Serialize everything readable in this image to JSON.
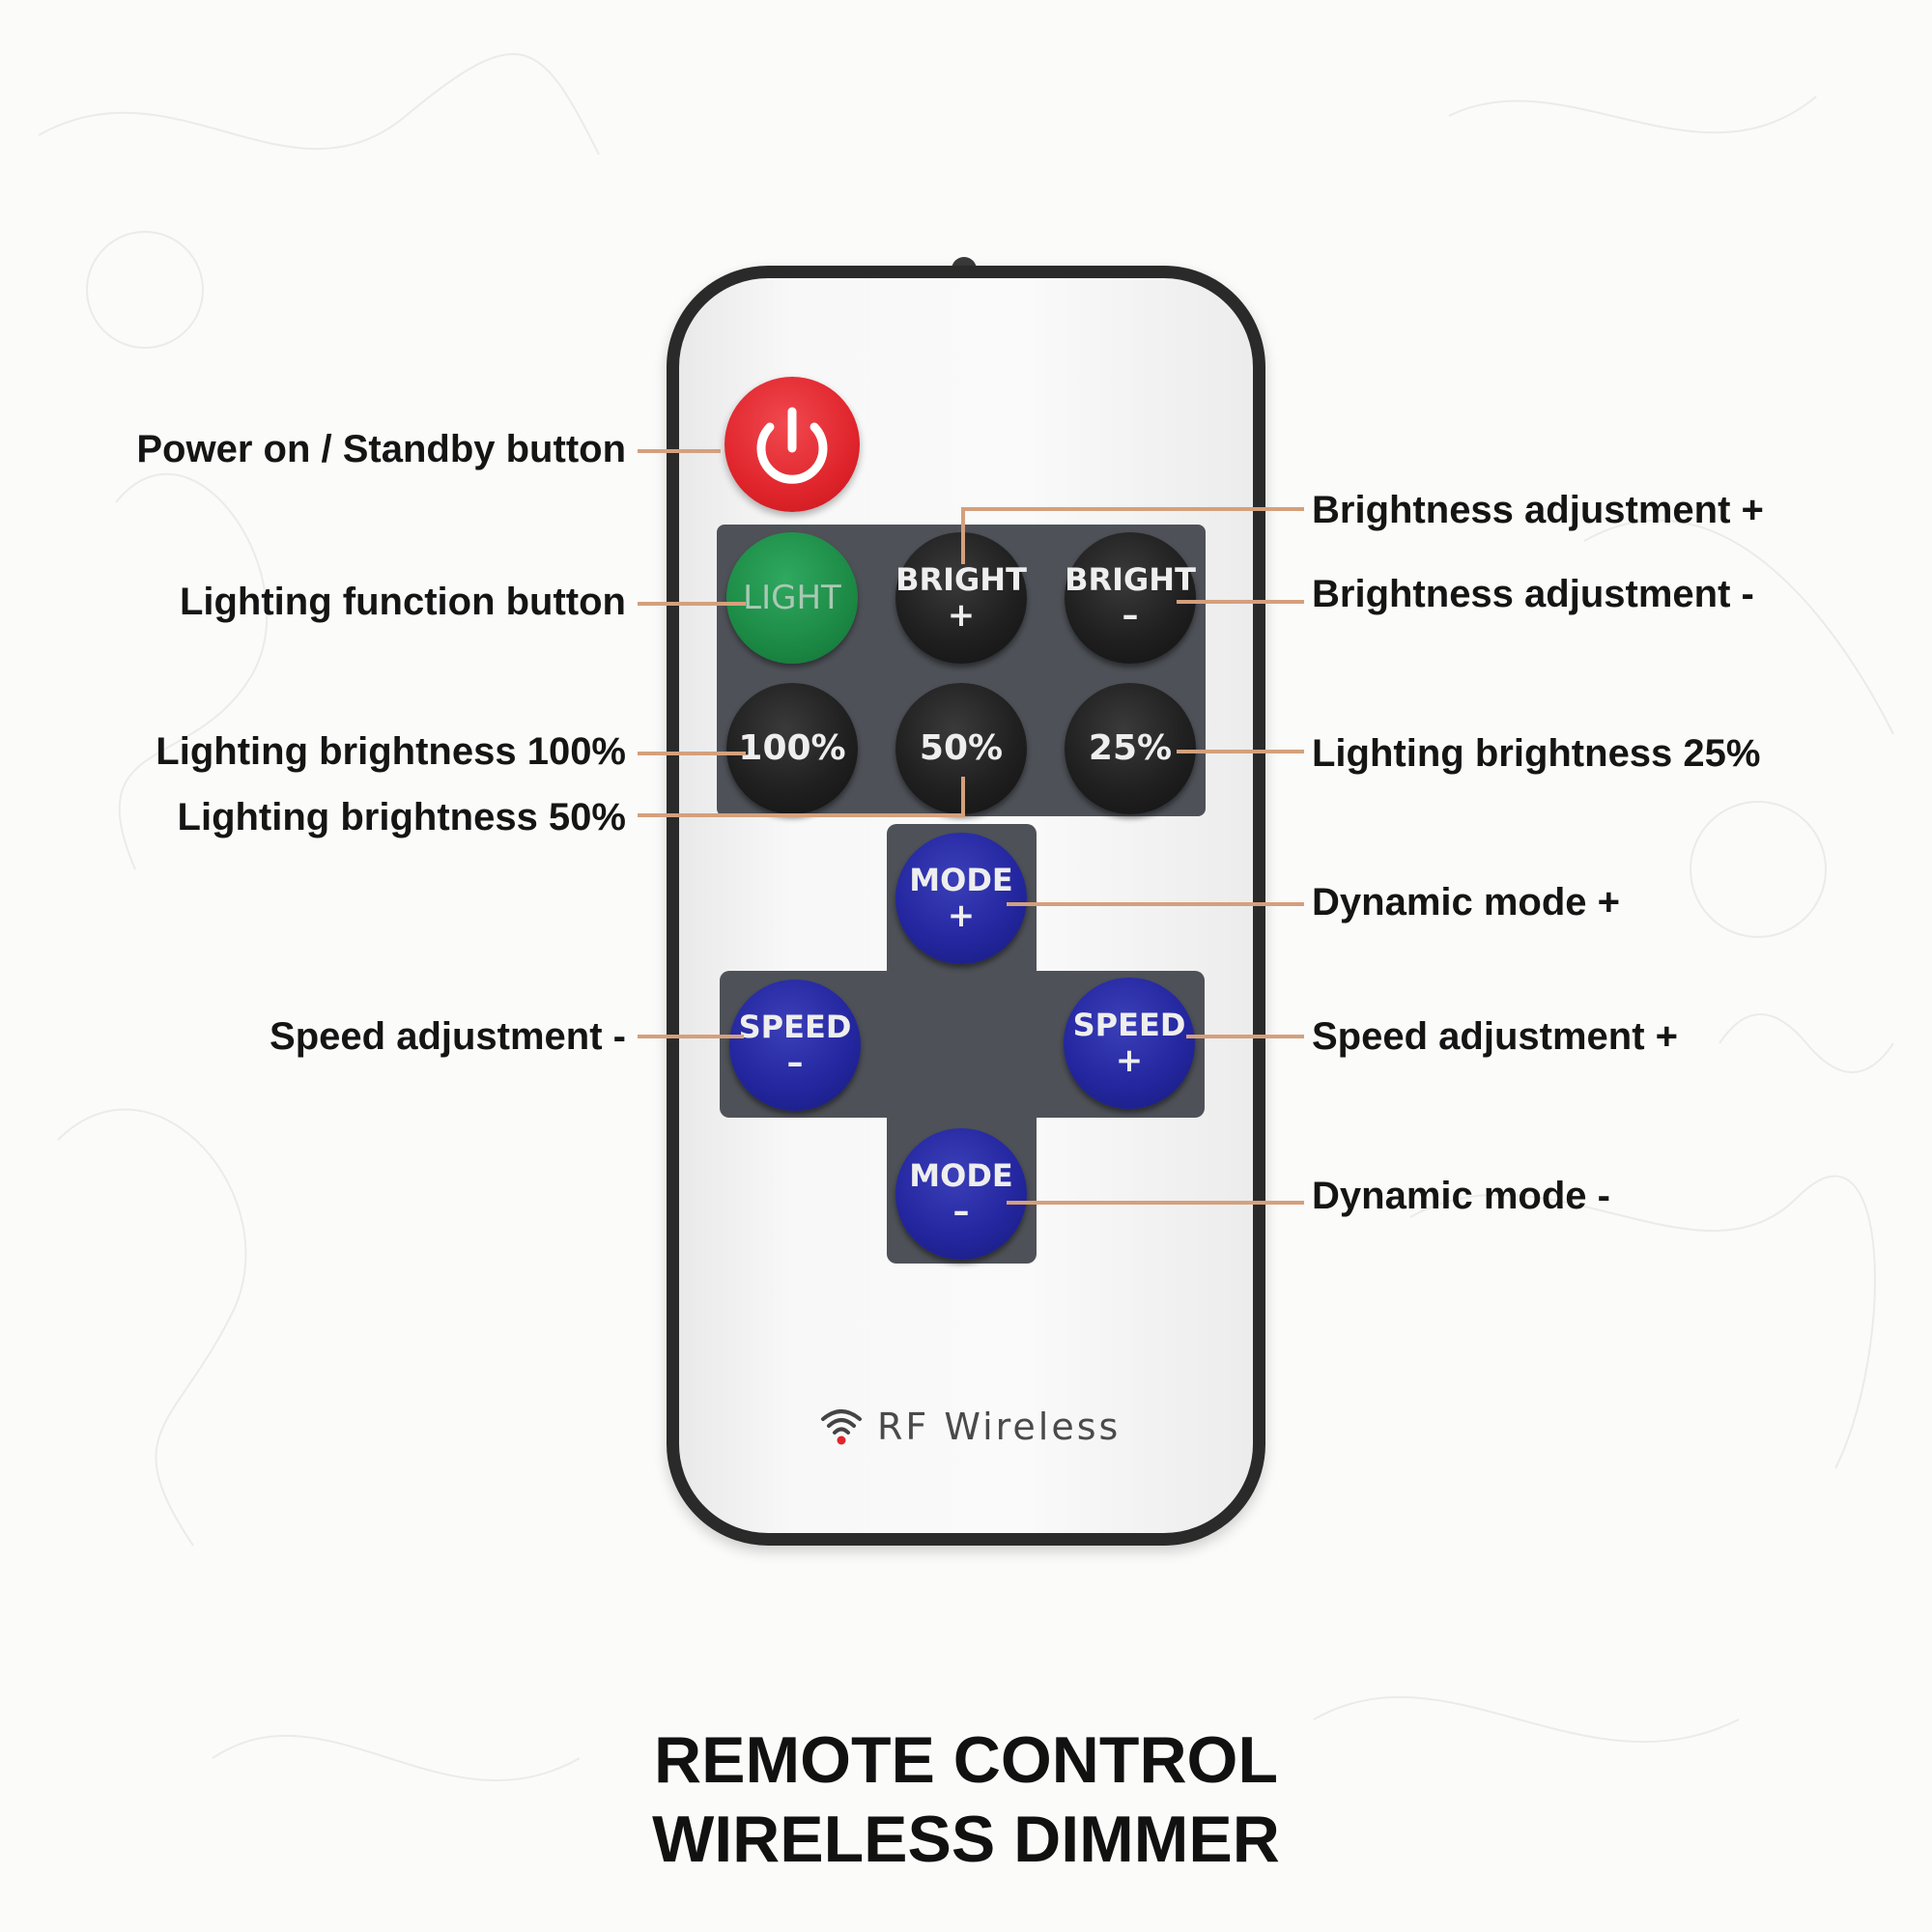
{
  "remote": {
    "power_icon": "power-icon",
    "buttons": {
      "light": {
        "line1": "LIGHT",
        "line2": ""
      },
      "bright_plus": {
        "line1": "BRIGHT",
        "line2": "+"
      },
      "bright_minus": {
        "line1": "BRIGHT",
        "line2": "–"
      },
      "pct_100": {
        "line1": "100%",
        "line2": ""
      },
      "pct_50": {
        "line1": "50%",
        "line2": ""
      },
      "pct_25": {
        "line1": "25%",
        "line2": ""
      },
      "mode_plus": {
        "line1": "MODE",
        "line2": "+"
      },
      "mode_minus": {
        "line1": "MODE",
        "line2": "–"
      },
      "speed_minus": {
        "line1": "SPEED",
        "line2": "–"
      },
      "speed_plus": {
        "line1": "SPEED",
        "line2": "+"
      }
    },
    "rf_label": "RF Wireless",
    "rf_icon": "wifi-icon"
  },
  "callouts": {
    "power": "Power on / Standby button",
    "light": "Lighting function button",
    "bright_100": "Lighting brightness 100%",
    "bright_50": "Lighting brightness 50%",
    "speed_minus": "Speed adjustment -",
    "bright_plus": "Brightness adjustment +",
    "bright_minus": "Brightness adjustment -",
    "bright_25": "Lighting brightness 25%",
    "mode_plus": "Dynamic mode +",
    "speed_plus": "Speed adjustment +",
    "mode_minus": "Dynamic mode -"
  },
  "title": {
    "line1": "REMOTE CONTROL",
    "line2": "WIRELESS DIMMER"
  },
  "colors": {
    "leader_line": "#d4a07c",
    "power_red": "#e0252c",
    "light_green": "#1c8a45",
    "mode_blue": "#2427a0",
    "panel_gray": "#4e5258"
  }
}
